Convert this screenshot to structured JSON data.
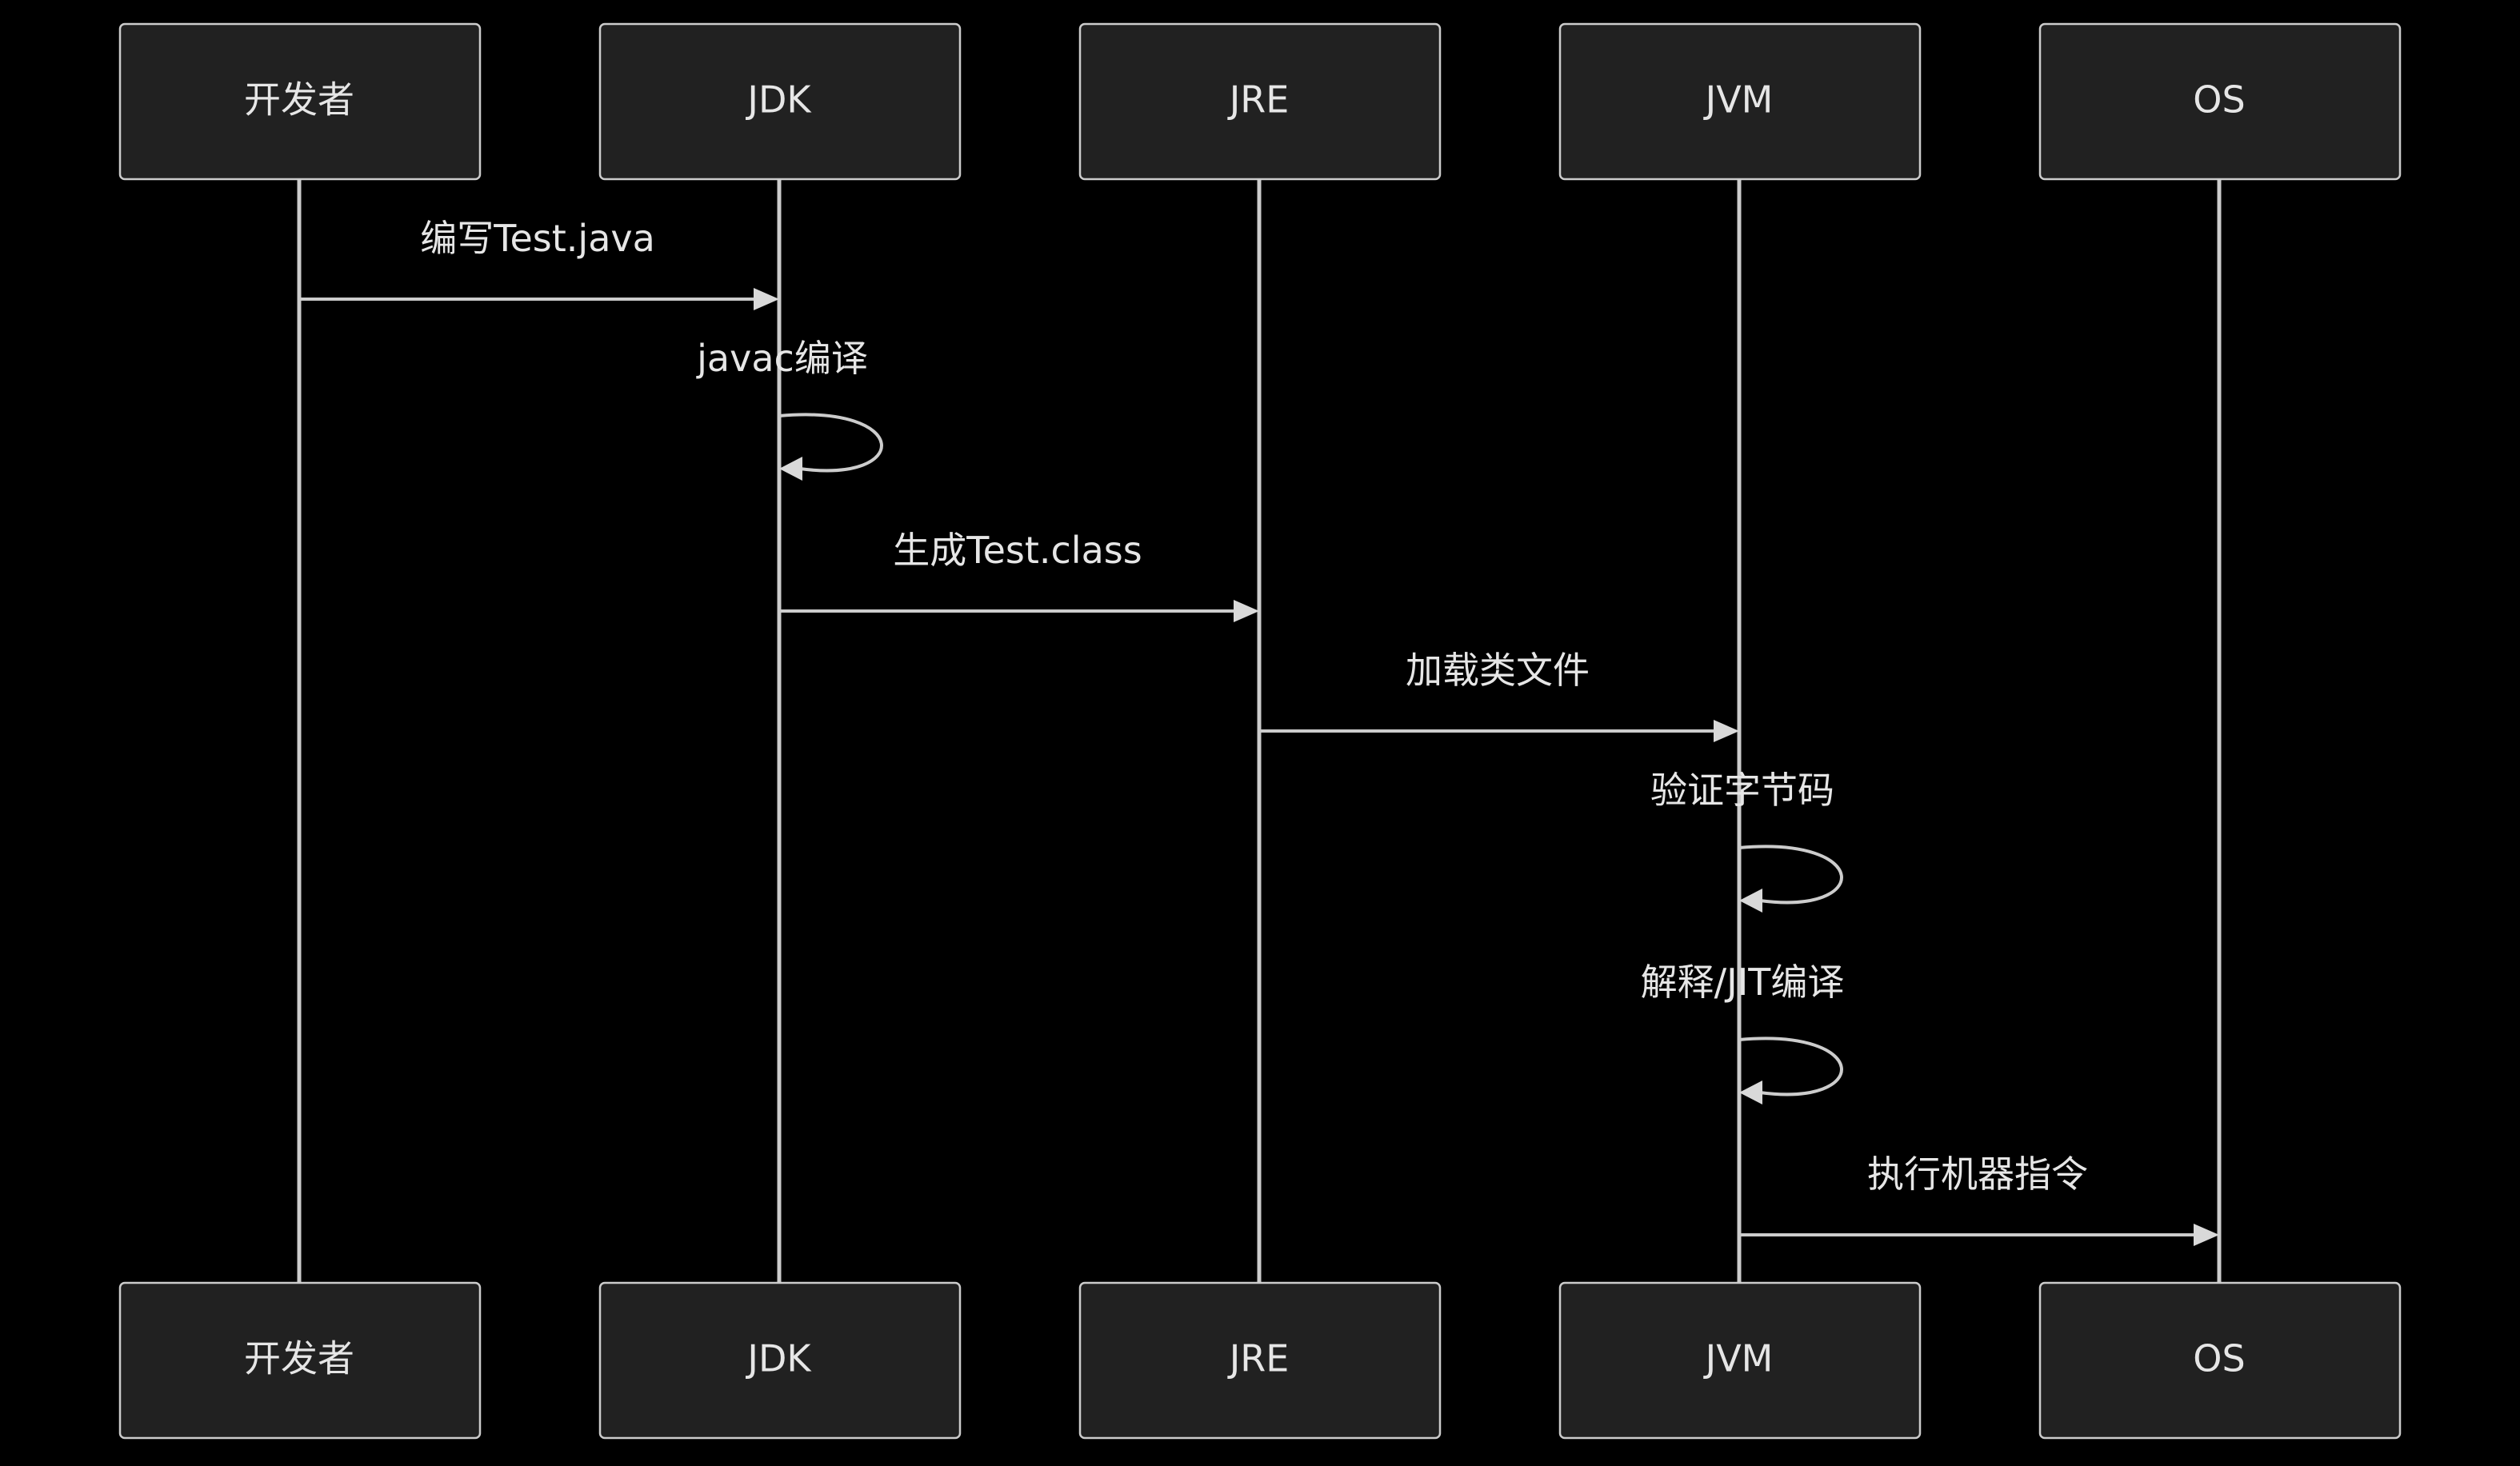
{
  "diagram": {
    "type": "sequence",
    "participants": [
      {
        "id": "dev",
        "label": "开发者"
      },
      {
        "id": "jdk",
        "label": "JDK"
      },
      {
        "id": "jre",
        "label": "JRE"
      },
      {
        "id": "jvm",
        "label": "JVM"
      },
      {
        "id": "os",
        "label": "OS"
      }
    ],
    "messages": [
      {
        "from": "dev",
        "to": "jdk",
        "label": "编写Test.java"
      },
      {
        "from": "jdk",
        "to": "jdk",
        "label": "javac编译"
      },
      {
        "from": "jdk",
        "to": "jre",
        "label": "生成Test.class"
      },
      {
        "from": "jre",
        "to": "jvm",
        "label": "加载类文件"
      },
      {
        "from": "jvm",
        "to": "jvm",
        "label": "验证字节码"
      },
      {
        "from": "jvm",
        "to": "jvm",
        "label": "解释/JIT编译"
      },
      {
        "from": "jvm",
        "to": "os",
        "label": "执行机器指令"
      }
    ]
  },
  "colors": {
    "background": "#000000",
    "box_fill": "#212121",
    "stroke": "#cccccc",
    "text": "#e6e6e6"
  }
}
